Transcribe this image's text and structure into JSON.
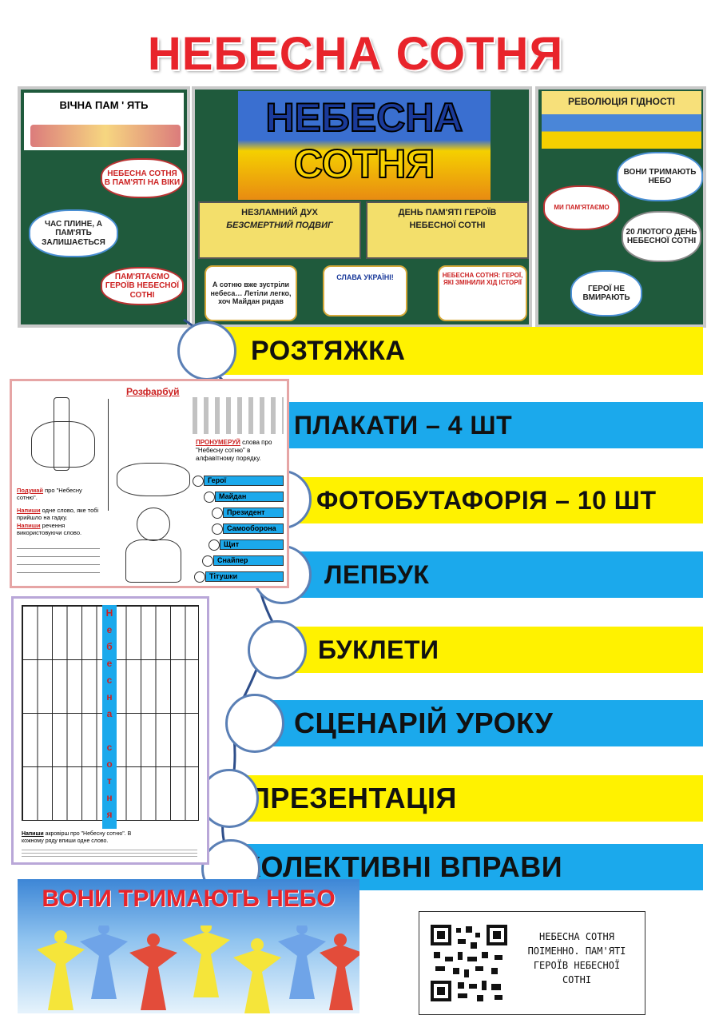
{
  "title": "НЕБЕСНА СОТНЯ",
  "board": {
    "left_header": "ВІЧНА ПАМ ' ЯТЬ",
    "left_bubbles": [
      "НЕБЕСНА СОТНЯ В ПАМ'ЯТІ НА ВІКИ",
      "ЧАС ПЛИНЕ, А ПАМ'ЯТЬ ЗАЛИШАЄТЬСЯ",
      "ПАМ'ЯТАЄМО ГЕРОЇВ НЕБЕСНОЇ СОТНІ"
    ],
    "center_title_line1": "НЕБЕСНА",
    "center_title_line2": "СОТНЯ",
    "banner_left_line1": "НЕЗЛАМНИЙ ДУХ",
    "banner_left_line2": "БЕЗСМЕРТНИЙ ПОДВИГ",
    "banner_right_line1": "ДЕНЬ ПАМ'ЯТІ ГЕРОЇВ",
    "banner_right_line2": "НЕБЕСНОЇ СОТНІ",
    "card1": "А сотню вже зустріли небеса… Летіли легко, хоч Майдан ридав",
    "card2": "СЛАВА УКРАЇНІ!",
    "card3": "НЕБЕСНА СОТНЯ: ГЕРОЇ, ЯКІ ЗМІНИЛИ ХІД ІСТОРІЇ",
    "right_header": "РЕВОЛЮЦІЯ ГІДНОСТІ",
    "right_bubbles": [
      "ВОНИ ТРИМАЮТЬ НЕБО",
      "МИ ПАМ'ЯТАЄМО",
      "20 ЛЮТОГО ДЕНЬ НЕБЕСНОЇ СОТНІ",
      "ГЕРОЇ НЕ ВМИРАЮТЬ"
    ]
  },
  "items": [
    "РОЗТЯЖКА",
    "ПЛАКАТИ – 4 ШТ",
    "ФОТОБУТАФОРІЯ – 10 ШТ",
    "ЛЕПБУК",
    "БУКЛЕТИ",
    "СЦЕНАРІЙ УРОКУ",
    "ПРЕЗЕНТАЦІЯ",
    "КОЛЕКТИВНІ ВПРАВИ"
  ],
  "worksheet1": {
    "heading": "Розфарбуй",
    "text1_bold": "Подумай",
    "text1": " про \"Небесну сотню\".",
    "text2_bold": "Напиши",
    "text2": " одне слово, яке тобі прийшло на гадку.",
    "text3_bold": "Напиши",
    "text3": " речення використовуючи слово.",
    "numbering_bold": "ПРОНУМЕРУЙ",
    "numbering": " слова про \"Небесну сотню\" в алфавітному порядку.",
    "words": [
      "Герої",
      "Майдан",
      "Президент",
      "Самооборона",
      "Щит",
      "Снайпер",
      "Тітушки"
    ]
  },
  "worksheet2": {
    "vertical_letters": [
      "Н",
      "е",
      "б",
      "е",
      "с",
      "н",
      "а",
      " ",
      "с",
      "о",
      "т",
      "н",
      "я"
    ],
    "caption_bold": "Напиши",
    "caption": " акровірш про \"Небесну сотню\". В кожному ряду впиши одне слово."
  },
  "sky_banner": "ВОНИ ТРИМАЮТЬ НЕБО",
  "qr_text": "НЕБЕСНА СОТНЯ ПОІМЕННО. ПАМ'ЯТІ ГЕРОЇВ НЕБЕСНОЇ СОТНІ",
  "colors": {
    "yellow": "#fff200",
    "blue": "#1ba9ec",
    "red": "#e8242b",
    "board": "#1f5a3c"
  }
}
